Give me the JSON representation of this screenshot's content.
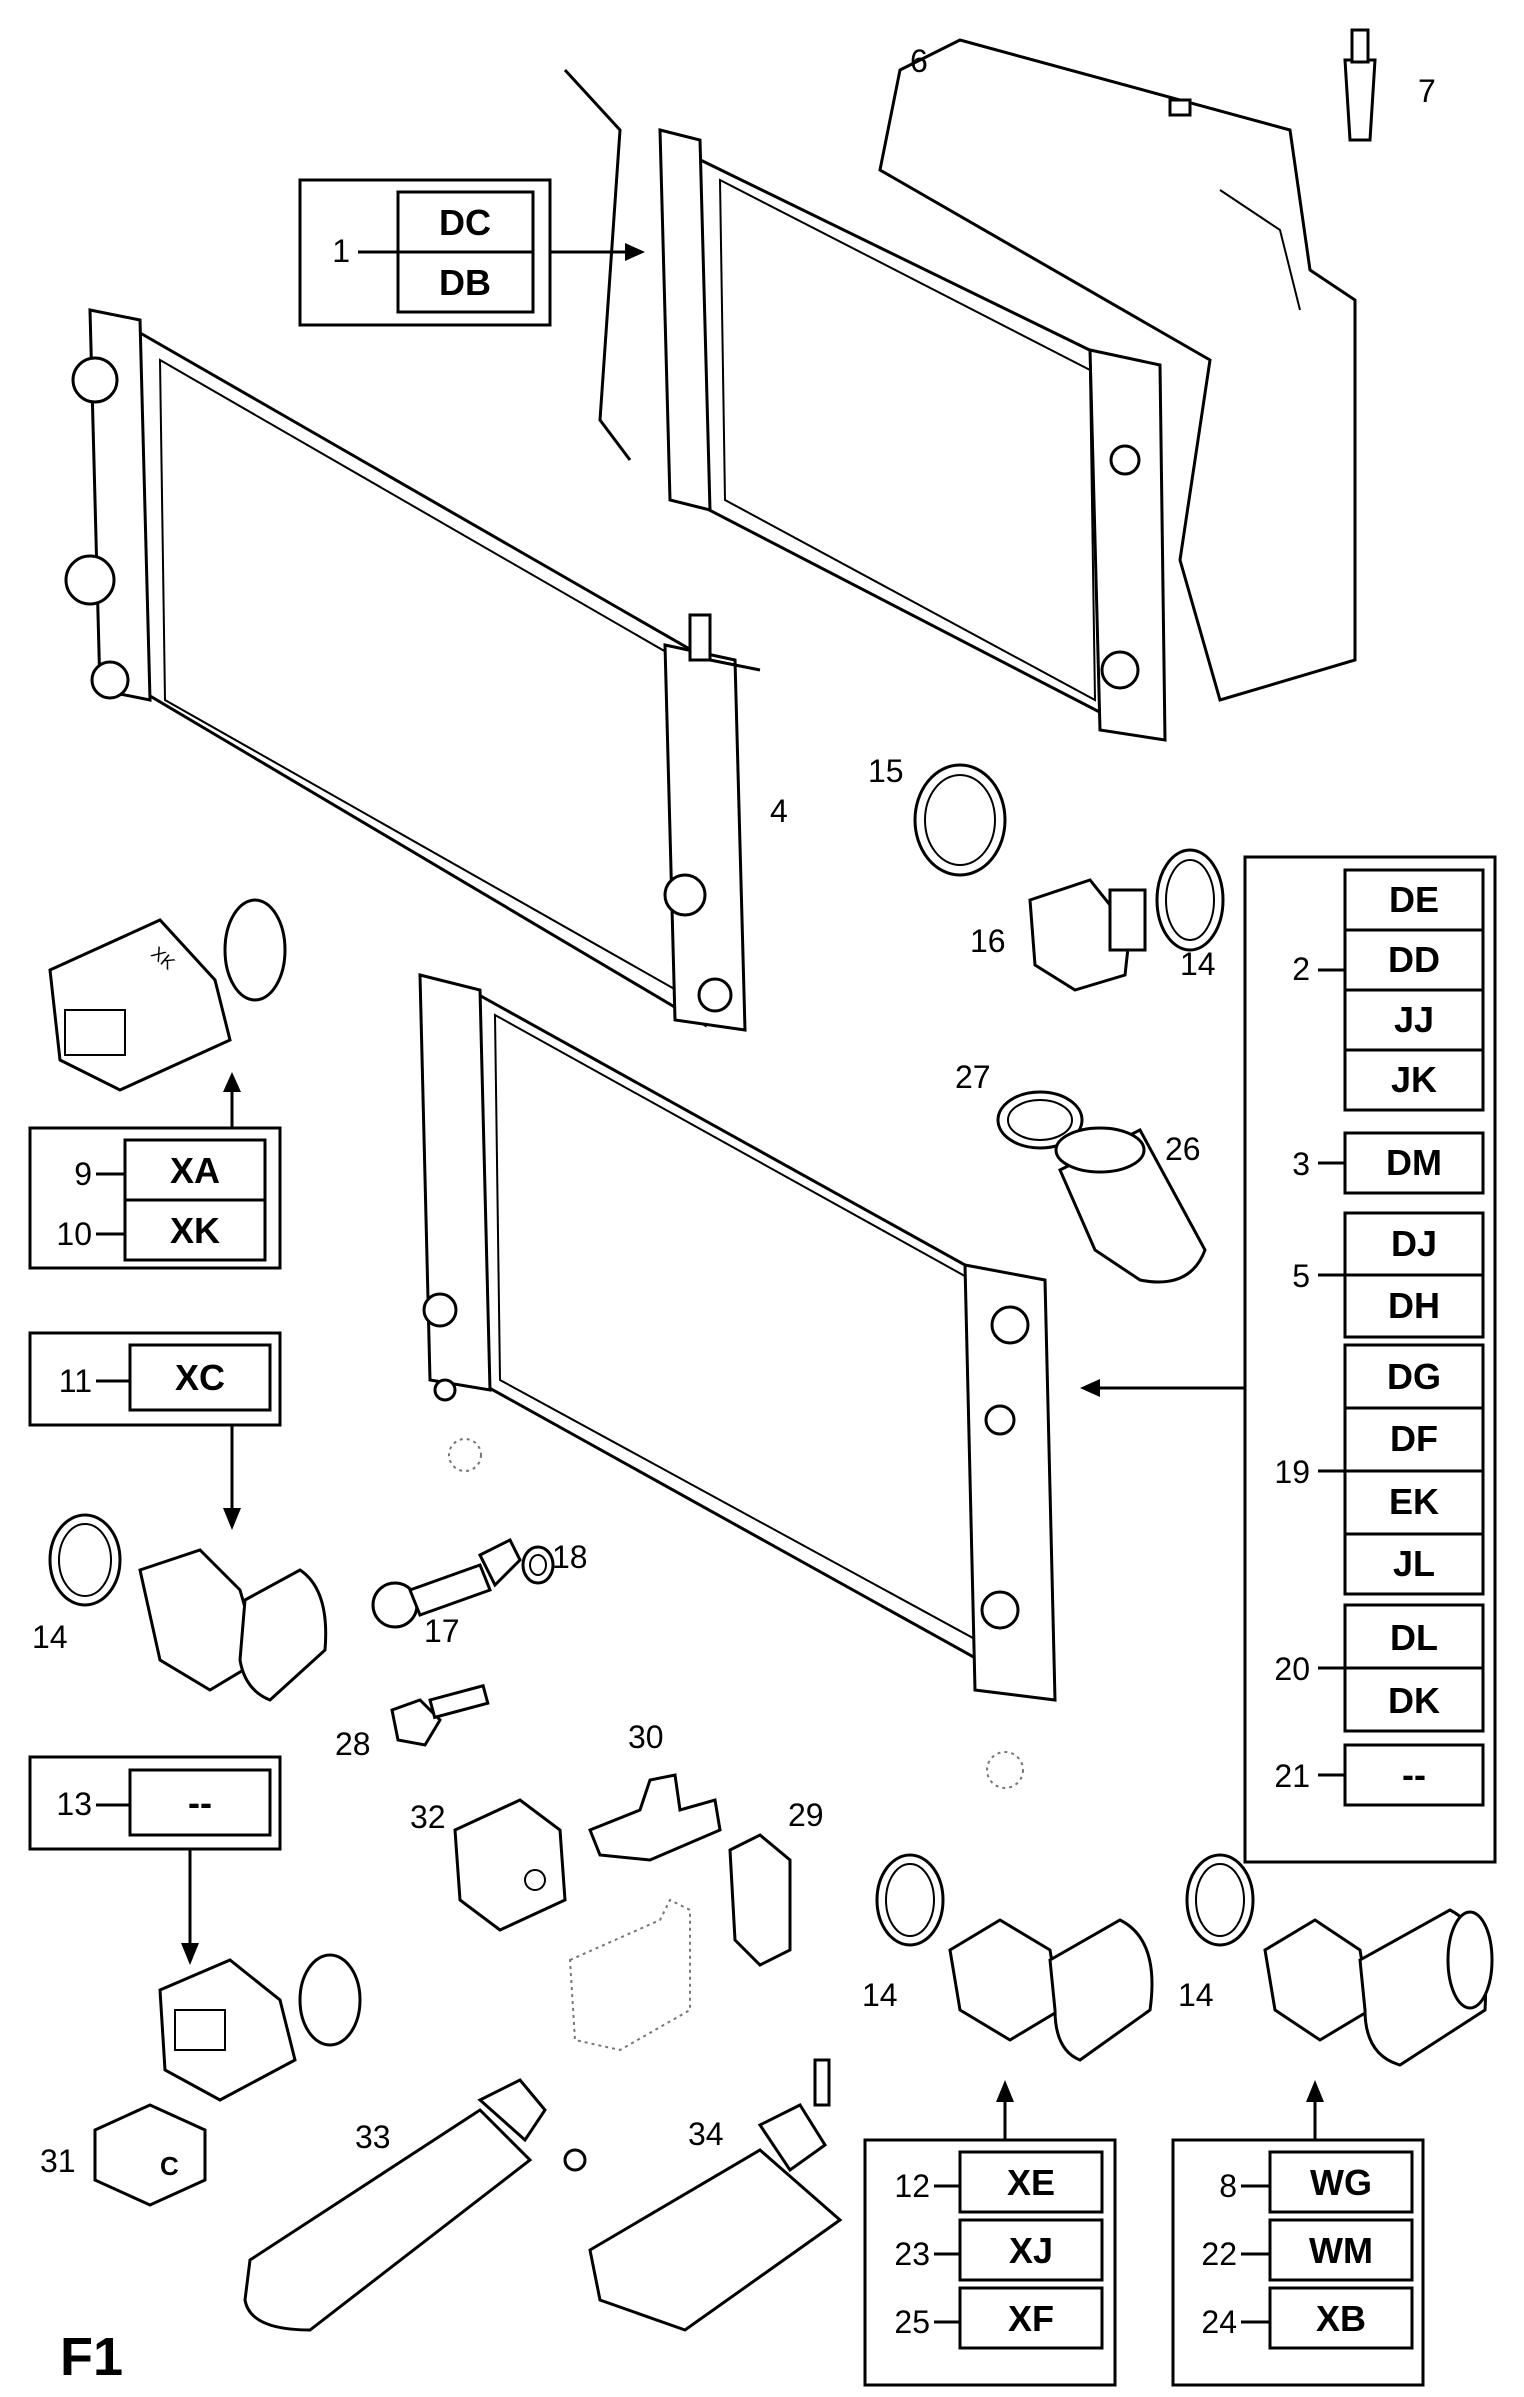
{
  "figure_label": "F1",
  "callouts": {
    "c1": "1",
    "c2": "2",
    "c3": "3",
    "c4": "4",
    "c5": "5",
    "c6": "6",
    "c7": "7",
    "c8": "8",
    "c9": "9",
    "c10": "10",
    "c11": "11",
    "c12": "12",
    "c13": "13",
    "c14a": "14",
    "c14b": "14",
    "c14c": "14",
    "c14d": "14",
    "c15": "15",
    "c16": "16",
    "c17": "17",
    "c18": "18",
    "c19": "19",
    "c20": "20",
    "c21": "21",
    "c22": "22",
    "c23": "23",
    "c24": "24",
    "c25": "25",
    "c26": "26",
    "c27": "27",
    "c28": "28",
    "c29": "29",
    "c30": "30",
    "c31": "31",
    "c32": "32",
    "c33": "33",
    "c34": "34"
  },
  "codes": {
    "k1a": "DC",
    "k1b": "DB",
    "k2a": "DE",
    "k2b": "DD",
    "k2c": "JJ",
    "k2d": "JK",
    "k3": "DM",
    "k5a": "DJ",
    "k5b": "DH",
    "k19a": "DG",
    "k19b": "DF",
    "k19c": "EK",
    "k19d": "JL",
    "k20a": "DL",
    "k20b": "DK",
    "k21": "--",
    "k9": "XA",
    "k10": "XK",
    "k11": "XC",
    "k13": "--",
    "k12": "XE",
    "k23": "XJ",
    "k25": "XF",
    "k8": "WG",
    "k22": "WM",
    "k24": "XB"
  },
  "part_marks": {
    "switch_marking": "XK",
    "cap_marking": "C"
  }
}
